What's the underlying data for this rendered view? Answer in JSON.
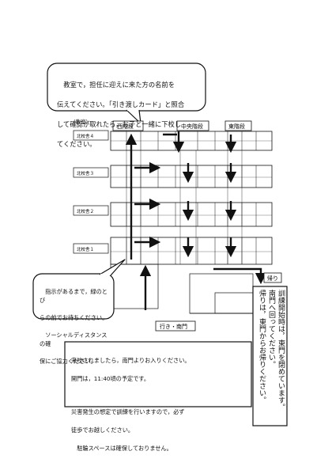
{
  "callouts": {
    "top": {
      "lines": [
        "　教室で，担任に迎えに来た方の名前を",
        "伝えてください。「引き渡しカード」と照合",
        "して確認が取れたら，お子と一緒に下校し",
        "てください。"
      ]
    },
    "left": {
      "lines": [
        "　指示があるまで，緑のとび",
        "らの前でお待ちください。",
        "　ソーシャルディスタンスの確",
        "保にご協力ください。"
      ]
    },
    "bottom": {
      "lines": [
        "来校されましたら，南門よりお入りください。",
        "開門は，11:40頃の予定です。",
        "",
        "災害発生の想定で訓練を行いますので，必ず",
        "徒歩でお越しください。",
        "　駐輪スペースは確保しておりません。"
      ]
    },
    "right_vertical": {
      "lines": [
        "訓練開始時は，東門を閉めています。",
        "南門へ回ってください。",
        "帰りは，東門からお帰りください。"
      ]
    }
  },
  "map": {
    "legend_label": "(教室)",
    "stairs": {
      "west": "西階段",
      "center": "中央階段",
      "east": "東階段"
    },
    "floors": [
      "北校舎４",
      "北校舎３",
      "北校舎２",
      "北校舎１"
    ],
    "gate_south": "行き・南門",
    "gate_exit": "帰り"
  }
}
